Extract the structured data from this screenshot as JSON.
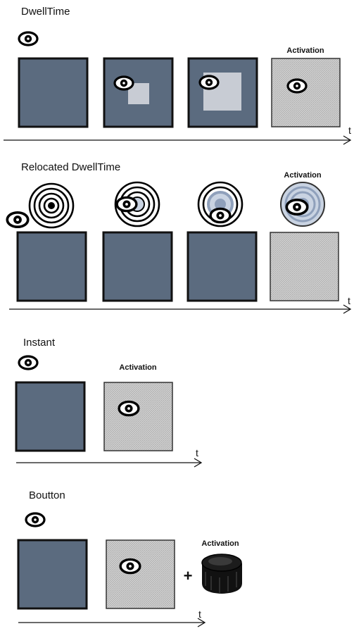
{
  "sections": [
    {
      "title": "DwellTime",
      "activation_label": "Activation",
      "axis_label": "t"
    },
    {
      "title": "Relocated DwellTime",
      "activation_label": "Activation",
      "axis_label": "t"
    },
    {
      "title": "Instant",
      "activation_label": "Activation",
      "axis_label": "t"
    },
    {
      "title": "Boutton",
      "activation_label": "Activation",
      "axis_label": "t",
      "operator": "+"
    }
  ],
  "colors": {
    "inactive_fill": "#5b6b7f",
    "active_fill": "#c9c9c9",
    "highlight_fill": "#c8ccd4",
    "ring_fill_active": "#c9d3e2",
    "outline": "#111111"
  },
  "icons": [
    "eye-icon",
    "target-rings-icon",
    "push-button-icon"
  ]
}
